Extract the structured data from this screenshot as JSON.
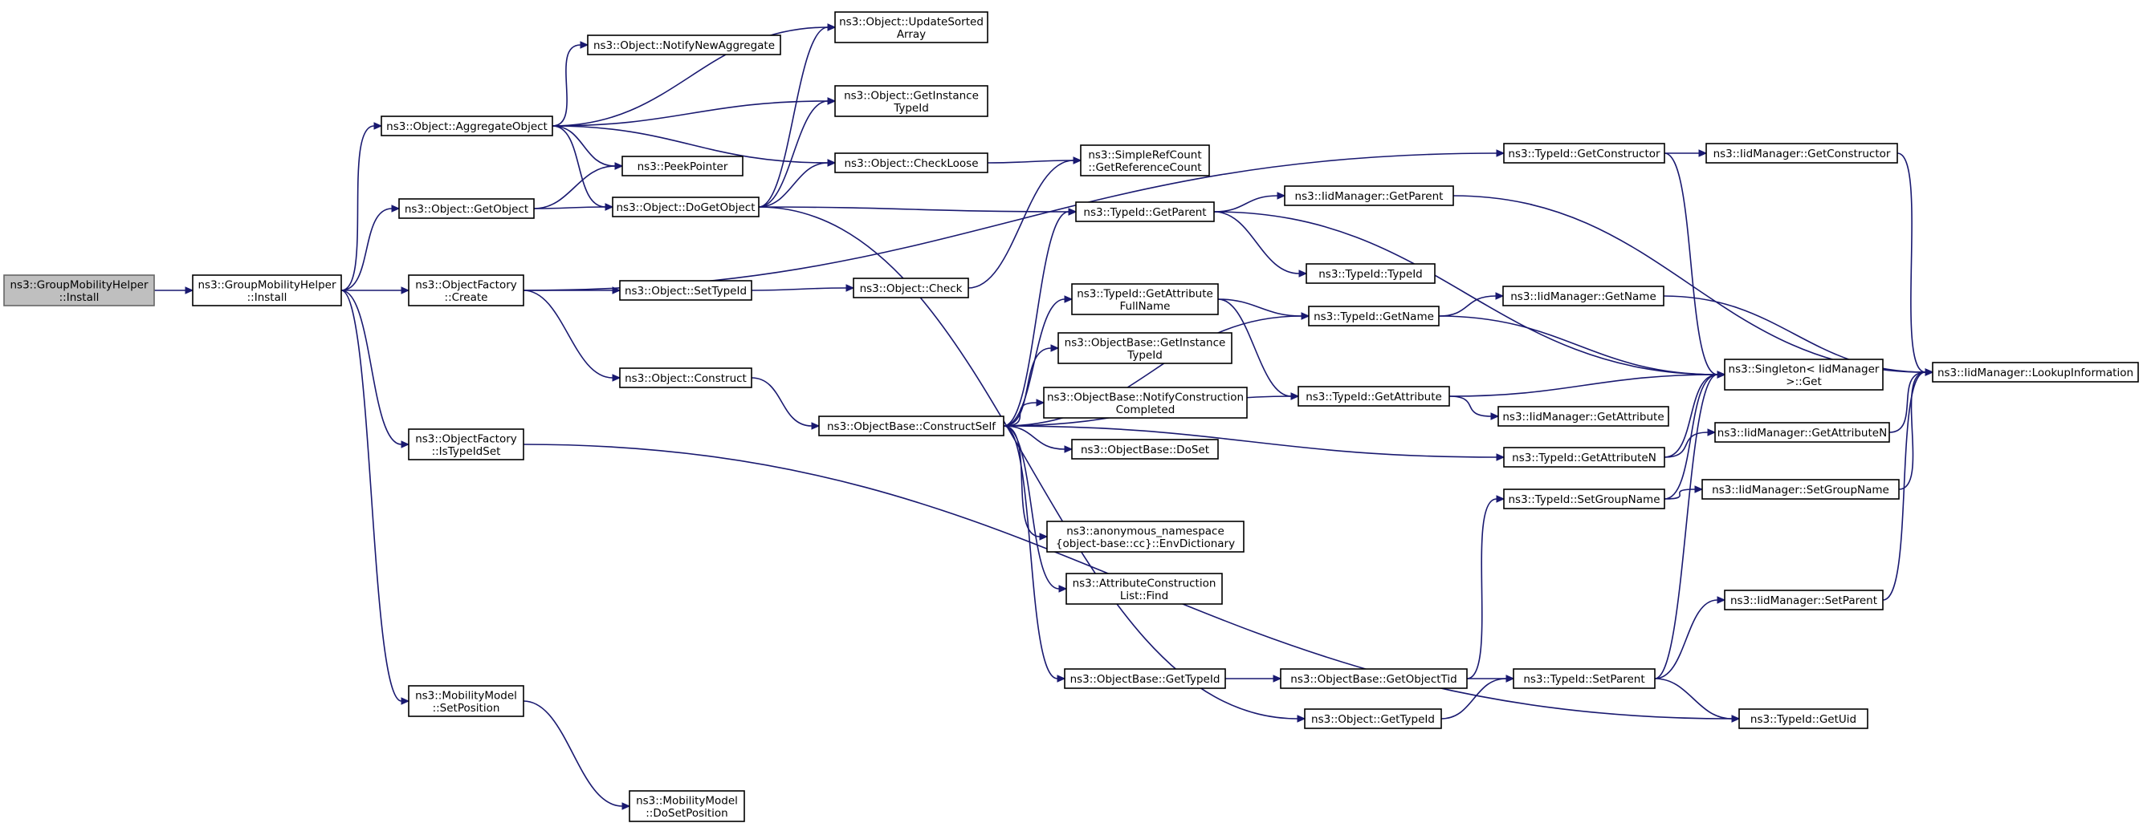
{
  "diagram": {
    "title": "",
    "nodes": [
      {
        "id": "root",
        "lines": [
          "ns3::GroupMobilityHelper",
          "::Install"
        ],
        "highlight": true
      },
      {
        "id": "gmhInstall",
        "lines": [
          "ns3::GroupMobilityHelper",
          "::Install"
        ]
      },
      {
        "id": "aggregateObject",
        "lines": [
          "ns3::Object::AggregateObject"
        ]
      },
      {
        "id": "getObject",
        "lines": [
          "ns3::Object::GetObject"
        ]
      },
      {
        "id": "ofCreate",
        "lines": [
          "ns3::ObjectFactory",
          "::Create"
        ]
      },
      {
        "id": "ofIsTypeIdSet",
        "lines": [
          "ns3::ObjectFactory",
          "::IsTypeIdSet"
        ]
      },
      {
        "id": "mmSetPosition",
        "lines": [
          "ns3::MobilityModel",
          "::SetPosition"
        ]
      },
      {
        "id": "notifyNewAggregate",
        "lines": [
          "ns3::Object::NotifyNewAggregate"
        ]
      },
      {
        "id": "peekPointer",
        "lines": [
          "ns3::PeekPointer"
        ]
      },
      {
        "id": "doGetObject",
        "lines": [
          "ns3::Object::DoGetObject"
        ]
      },
      {
        "id": "setTypeId",
        "lines": [
          "ns3::Object::SetTypeId"
        ]
      },
      {
        "id": "construct",
        "lines": [
          "ns3::Object::Construct"
        ]
      },
      {
        "id": "mmDoSetPosition",
        "lines": [
          "ns3::MobilityModel",
          "::DoSetPosition"
        ]
      },
      {
        "id": "updateSorted",
        "lines": [
          "ns3::Object::UpdateSorted",
          "Array"
        ]
      },
      {
        "id": "getInstanceTypeIdObj",
        "lines": [
          "ns3::Object::GetInstance",
          "TypeId"
        ]
      },
      {
        "id": "checkLoose",
        "lines": [
          "ns3::Object::CheckLoose"
        ]
      },
      {
        "id": "check",
        "lines": [
          "ns3::Object::Check"
        ]
      },
      {
        "id": "constructSelf",
        "lines": [
          "ns3::ObjectBase::ConstructSelf"
        ]
      },
      {
        "id": "simpleRefCount",
        "lines": [
          "ns3::SimpleRefCount",
          "::GetReferenceCount"
        ]
      },
      {
        "id": "tidGetParent",
        "lines": [
          "ns3::TypeId::GetParent"
        ]
      },
      {
        "id": "tidGetAttrFullName",
        "lines": [
          "ns3::TypeId::GetAttribute",
          "FullName"
        ]
      },
      {
        "id": "obGetInstanceTypeId",
        "lines": [
          "ns3::ObjectBase::GetInstance",
          "TypeId"
        ]
      },
      {
        "id": "obNotifyConstruction",
        "lines": [
          "ns3::ObjectBase::NotifyConstruction",
          "Completed"
        ]
      },
      {
        "id": "obDoSet",
        "lines": [
          "ns3::ObjectBase::DoSet"
        ]
      },
      {
        "id": "envDictionary",
        "lines": [
          "ns3::anonymous_namespace",
          "{object-base::cc}::EnvDictionary"
        ]
      },
      {
        "id": "attrConstructionFind",
        "lines": [
          "ns3::AttributeConstruction",
          "List::Find"
        ]
      },
      {
        "id": "obGetTypeId",
        "lines": [
          "ns3::ObjectBase::GetTypeId"
        ]
      },
      {
        "id": "objGetTypeId",
        "lines": [
          "ns3::Object::GetTypeId"
        ]
      },
      {
        "id": "tidTypeId",
        "lines": [
          "ns3::TypeId::TypeId"
        ]
      },
      {
        "id": "tidGetName",
        "lines": [
          "ns3::TypeId::GetName"
        ]
      },
      {
        "id": "tidGetAttribute",
        "lines": [
          "ns3::TypeId::GetAttribute"
        ]
      },
      {
        "id": "obGetObjectTid",
        "lines": [
          "ns3::ObjectBase::GetObjectTid"
        ]
      },
      {
        "id": "iidGetParent",
        "lines": [
          "ns3::IidManager::GetParent"
        ]
      },
      {
        "id": "iidGetName",
        "lines": [
          "ns3::IidManager::GetName"
        ]
      },
      {
        "id": "iidGetAttribute",
        "lines": [
          "ns3::IidManager::GetAttribute"
        ]
      },
      {
        "id": "tidGetConstructor",
        "lines": [
          "ns3::TypeId::GetConstructor"
        ]
      },
      {
        "id": "tidGetAttributeN",
        "lines": [
          "ns3::TypeId::GetAttributeN"
        ]
      },
      {
        "id": "tidSetGroupName",
        "lines": [
          "ns3::TypeId::SetGroupName"
        ]
      },
      {
        "id": "tidSetParent",
        "lines": [
          "ns3::TypeId::SetParent"
        ]
      },
      {
        "id": "iidGetConstructor",
        "lines": [
          "ns3::IidManager::GetConstructor"
        ]
      },
      {
        "id": "singletonGet",
        "lines": [
          "ns3::Singleton< IidManager",
          " >::Get"
        ]
      },
      {
        "id": "iidGetAttributeN",
        "lines": [
          "ns3::IidManager::GetAttributeN"
        ]
      },
      {
        "id": "iidSetGroupName",
        "lines": [
          "ns3::IidManager::SetGroupName"
        ]
      },
      {
        "id": "iidSetParent",
        "lines": [
          "ns3::IidManager::SetParent"
        ]
      },
      {
        "id": "tidGetUid",
        "lines": [
          "ns3::TypeId::GetUid"
        ]
      },
      {
        "id": "iidLookupInformation",
        "lines": [
          "ns3::IidManager::LookupInformation"
        ]
      }
    ],
    "edges": [
      [
        "root",
        "gmhInstall"
      ],
      [
        "gmhInstall",
        "aggregateObject"
      ],
      [
        "gmhInstall",
        "getObject"
      ],
      [
        "gmhInstall",
        "ofCreate"
      ],
      [
        "gmhInstall",
        "ofIsTypeIdSet"
      ],
      [
        "gmhInstall",
        "mmSetPosition"
      ],
      [
        "aggregateObject",
        "updateSorted"
      ],
      [
        "aggregateObject",
        "notifyNewAggregate"
      ],
      [
        "aggregateObject",
        "getInstanceTypeIdObj"
      ],
      [
        "aggregateObject",
        "checkLoose"
      ],
      [
        "aggregateObject",
        "peekPointer"
      ],
      [
        "aggregateObject",
        "doGetObject"
      ],
      [
        "getObject",
        "peekPointer"
      ],
      [
        "getObject",
        "doGetObject"
      ],
      [
        "doGetObject",
        "updateSorted"
      ],
      [
        "doGetObject",
        "getInstanceTypeIdObj"
      ],
      [
        "doGetObject",
        "checkLoose"
      ],
      [
        "doGetObject",
        "tidGetParent"
      ],
      [
        "doGetObject",
        "objGetTypeId"
      ],
      [
        "ofCreate",
        "tidGetConstructor"
      ],
      [
        "ofCreate",
        "setTypeId"
      ],
      [
        "ofCreate",
        "construct"
      ],
      [
        "ofIsTypeIdSet",
        "tidGetUid"
      ],
      [
        "mmSetPosition",
        "mmDoSetPosition"
      ],
      [
        "setTypeId",
        "check"
      ],
      [
        "construct",
        "constructSelf"
      ],
      [
        "checkLoose",
        "simpleRefCount"
      ],
      [
        "check",
        "simpleRefCount"
      ],
      [
        "constructSelf",
        "tidGetParent"
      ],
      [
        "constructSelf",
        "tidGetName"
      ],
      [
        "constructSelf",
        "tidGetAttrFullName"
      ],
      [
        "constructSelf",
        "obGetInstanceTypeId"
      ],
      [
        "constructSelf",
        "obNotifyConstruction"
      ],
      [
        "constructSelf",
        "obDoSet"
      ],
      [
        "constructSelf",
        "envDictionary"
      ],
      [
        "constructSelf",
        "attrConstructionFind"
      ],
      [
        "constructSelf",
        "obGetTypeId"
      ],
      [
        "constructSelf",
        "tidGetAttribute"
      ],
      [
        "constructSelf",
        "tidGetAttributeN"
      ],
      [
        "tidGetParent",
        "iidGetParent"
      ],
      [
        "tidGetParent",
        "tidTypeId"
      ],
      [
        "tidGetParent",
        "singletonGet"
      ],
      [
        "tidGetAttrFullName",
        "tidGetName"
      ],
      [
        "tidGetAttrFullName",
        "tidGetAttribute"
      ],
      [
        "tidGetName",
        "iidGetName"
      ],
      [
        "tidGetName",
        "singletonGet"
      ],
      [
        "tidGetAttribute",
        "iidGetAttribute"
      ],
      [
        "tidGetAttribute",
        "singletonGet"
      ],
      [
        "obGetTypeId",
        "obGetObjectTid"
      ],
      [
        "obGetObjectTid",
        "tidSetGroupName"
      ],
      [
        "obGetObjectTid",
        "tidSetParent"
      ],
      [
        "objGetTypeId",
        "tidSetParent"
      ],
      [
        "tidGetConstructor",
        "iidGetConstructor"
      ],
      [
        "tidGetConstructor",
        "singletonGet"
      ],
      [
        "tidGetAttributeN",
        "singletonGet"
      ],
      [
        "tidGetAttributeN",
        "iidGetAttributeN"
      ],
      [
        "tidSetGroupName",
        "singletonGet"
      ],
      [
        "tidSetGroupName",
        "iidSetGroupName"
      ],
      [
        "tidSetParent",
        "singletonGet"
      ],
      [
        "tidSetParent",
        "iidSetParent"
      ],
      [
        "tidSetParent",
        "tidGetUid"
      ],
      [
        "iidGetParent",
        "iidLookupInformation"
      ],
      [
        "iidGetName",
        "iidLookupInformation"
      ],
      [
        "iidGetConstructor",
        "iidLookupInformation"
      ],
      [
        "iidGetAttributeN",
        "iidLookupInformation"
      ],
      [
        "iidSetGroupName",
        "iidLookupInformation"
      ],
      [
        "iidSetParent",
        "iidLookupInformation"
      ]
    ]
  }
}
